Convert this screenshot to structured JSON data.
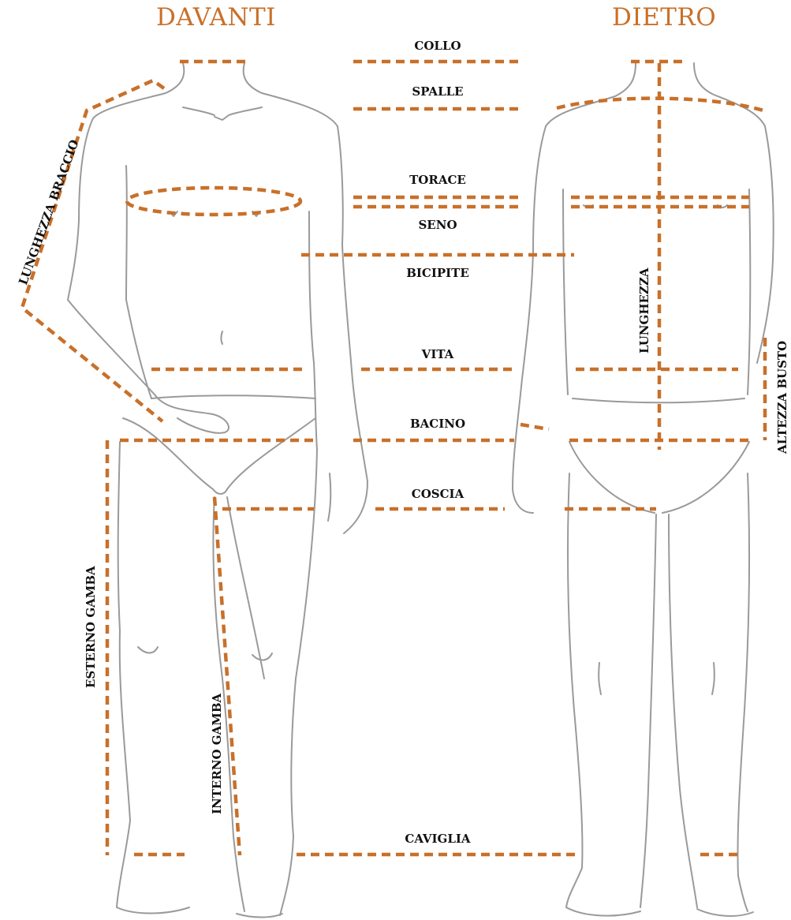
{
  "titles": {
    "front": "DAVANTI",
    "back": "DIETRO"
  },
  "labels": {
    "collo": "COLLO",
    "spalle": "SPALLE",
    "torace": "TORACE",
    "seno": "SENO",
    "bicipite": "BICIPITE",
    "vita": "VITA",
    "bacino": "BACINO",
    "coscia": "COSCIA",
    "caviglia": "CAVIGLIA",
    "lunghezza_braccio": "LUNGHEZZA BRACCIO",
    "lunghezza": "LUNGHEZZA",
    "altezza_busto": "ALTEZZA BUSTO",
    "esterno_gamba": "ESTERNO GAMBA",
    "interno_gamba": "INTERNO GAMBA"
  },
  "colors": {
    "accent": "#c8702a",
    "sketch": "#9a9a9a",
    "label": "#111111"
  }
}
